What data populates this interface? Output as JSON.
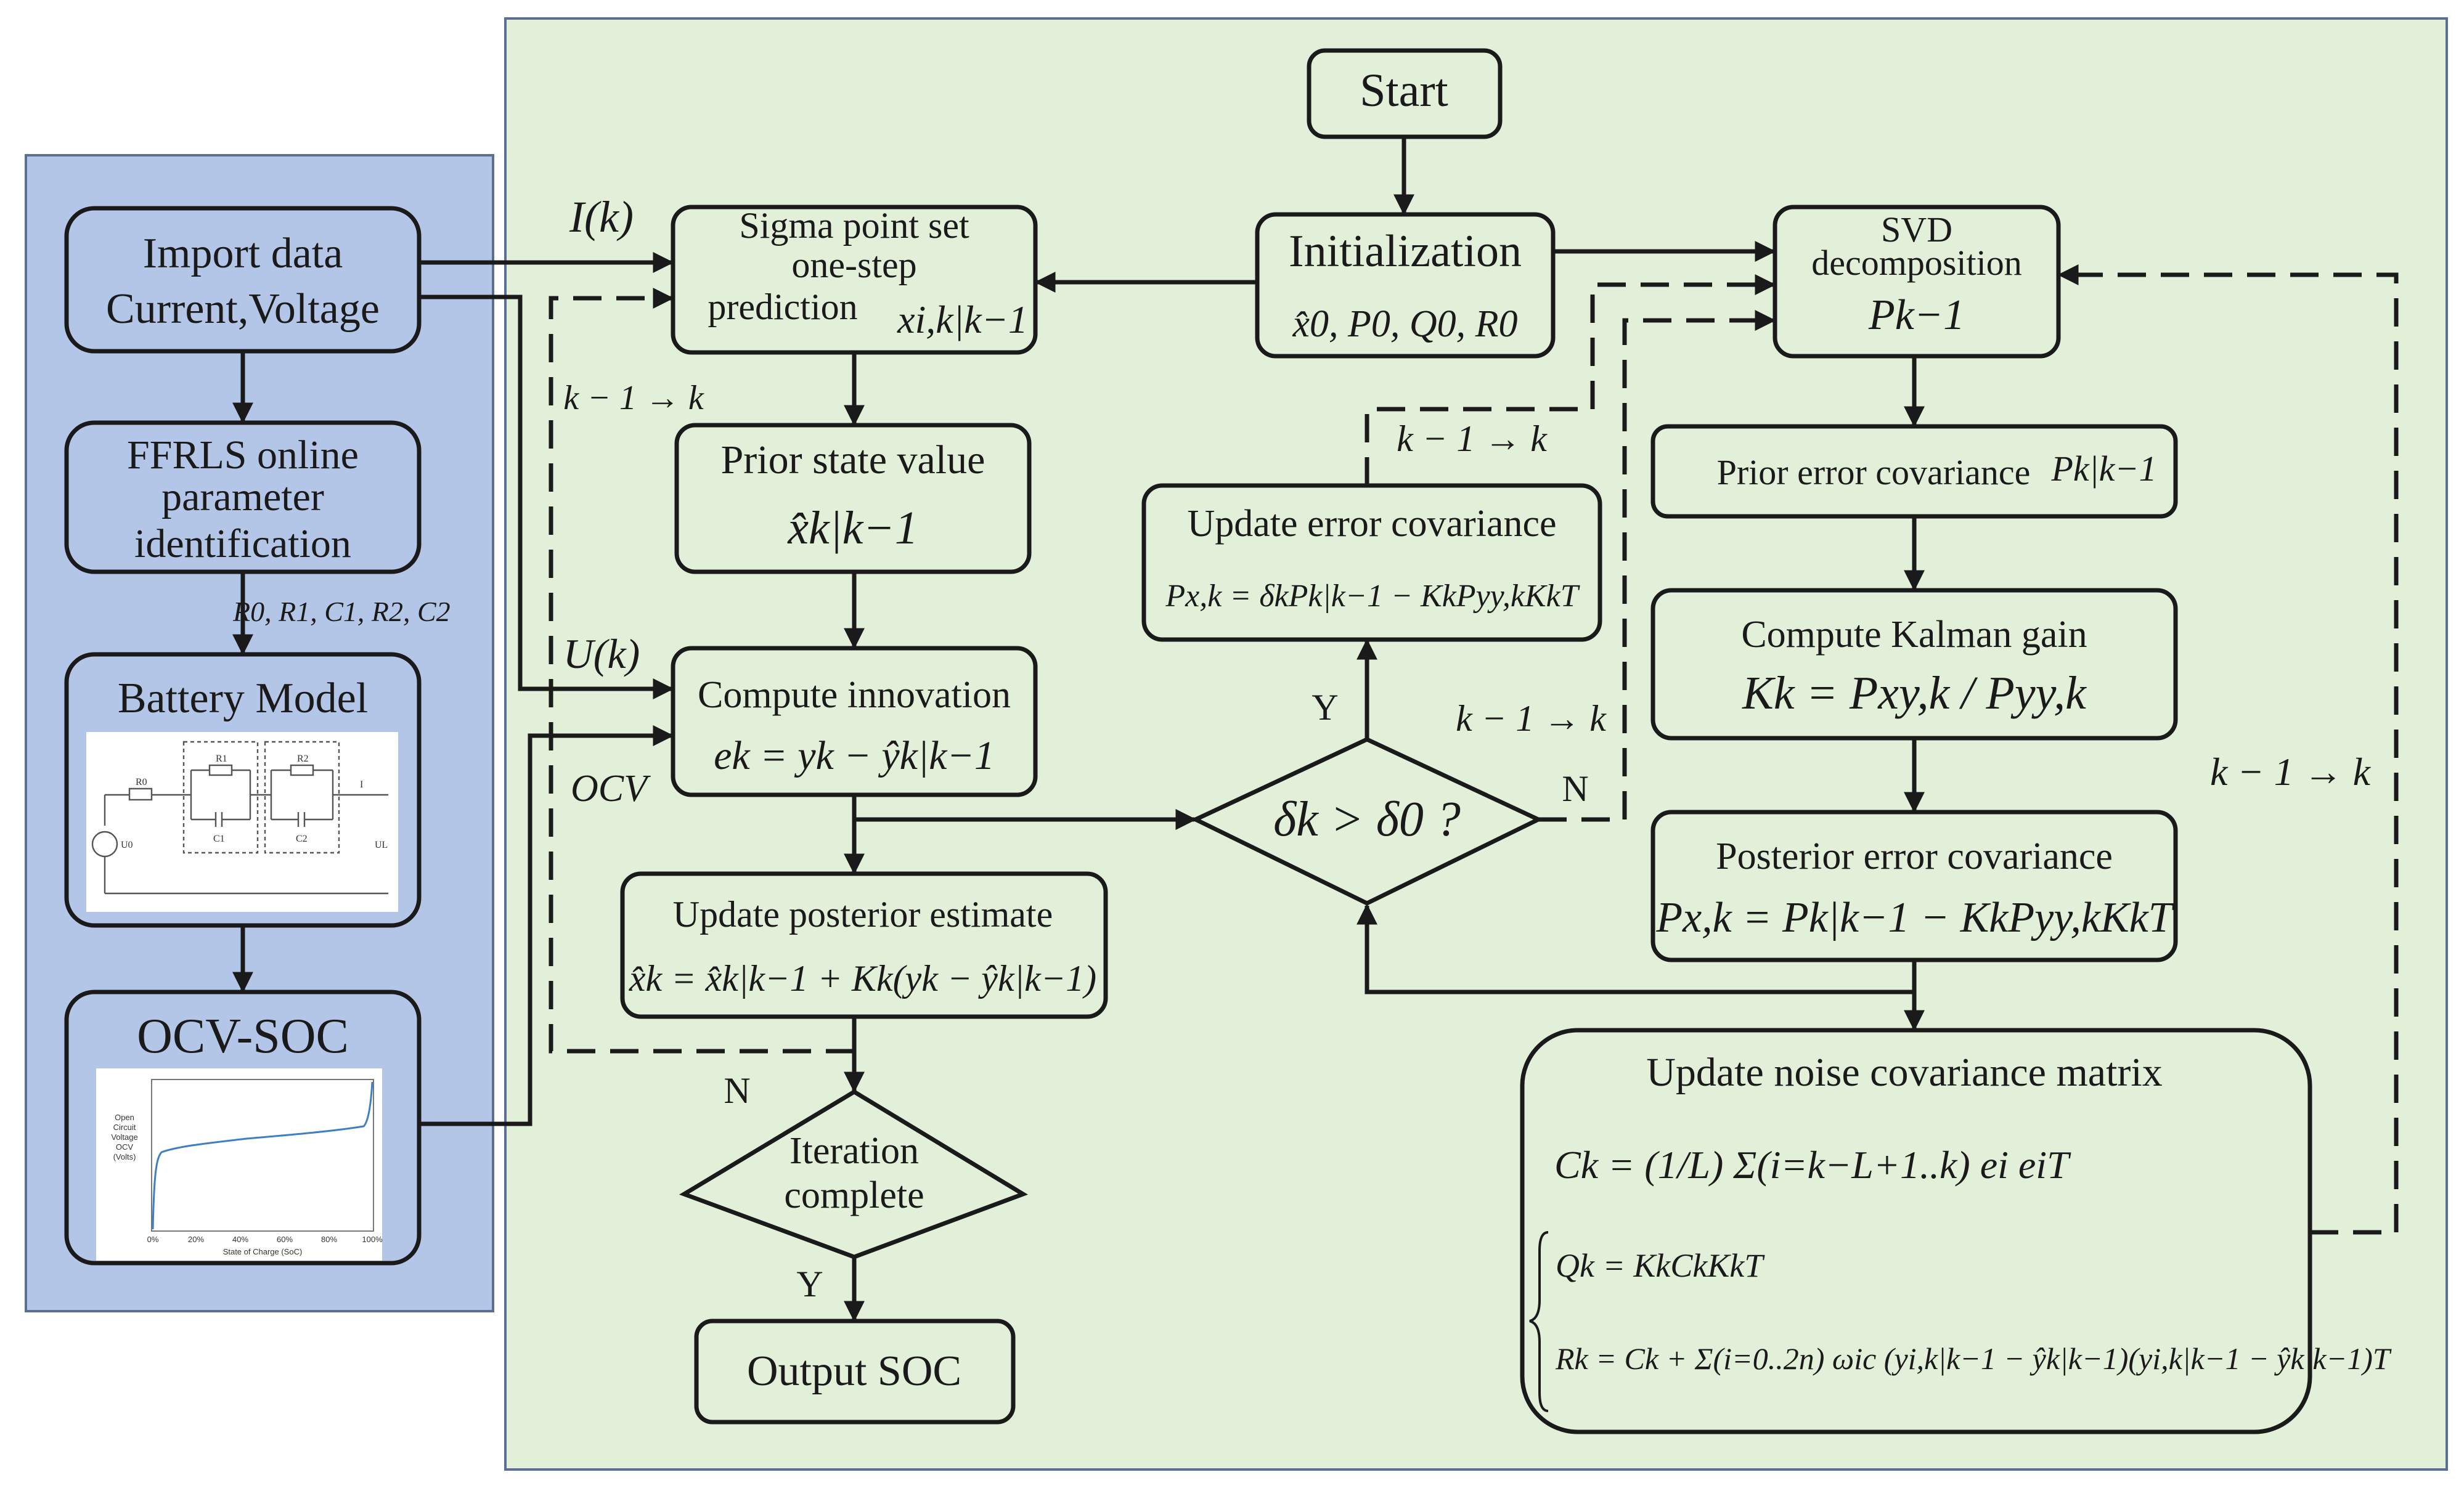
{
  "colors": {
    "left_panel": "#b4c6e7",
    "right_panel": "#e2efd9",
    "node_fill": "#e2efd9",
    "stroke": "#1a1a1a",
    "panel_border": "#5b6f95"
  },
  "left": {
    "import": {
      "line1": "Import data",
      "line2": "Current,Voltage"
    },
    "ffrls": {
      "line1": "FFRLS online",
      "line2": "parameter",
      "line3": "identification"
    },
    "params_label": "R0, R1, C1, R2, C2",
    "battery_model": {
      "title": "Battery Model",
      "circuit_labels": [
        "R0",
        "R1",
        "C1",
        "R2",
        "C2",
        "U0",
        "UL",
        "I"
      ]
    },
    "ocv_soc": {
      "title": "OCV-SOC",
      "plot_ylabel": [
        "Open",
        "Circuit",
        "Voltage",
        "OCV",
        "(Volts)"
      ],
      "plot_xlabel": "State of Charge (SoC)",
      "plot_xticks": [
        "0%",
        "20%",
        "40%",
        "60%",
        "80%",
        "100%"
      ]
    }
  },
  "signals": {
    "current": "I(k)",
    "voltage": "U(k)",
    "ocv": "OCV"
  },
  "nodes": {
    "start": "Start",
    "init": {
      "title": "Initialization",
      "formula": "x̂0, P0, Q0, R0"
    },
    "sigma": {
      "line1": "Sigma point set",
      "line2": "one-step",
      "line3": "prediction",
      "formula": "xi,k|k−1"
    },
    "prior_state": {
      "title": "Prior state value",
      "formula": "x̂k|k−1"
    },
    "innovation": {
      "title": "Compute innovation",
      "formula": "ek = yk − ŷk|k−1"
    },
    "posterior_est": {
      "title": "Update posterior estimate",
      "formula": "x̂k = x̂k|k−1 + Kk(yk − ŷk|k−1)"
    },
    "iteration": {
      "line1": "Iteration",
      "line2": "complete"
    },
    "output": "Output SOC",
    "decision": "δk > δ0 ?",
    "update_err": {
      "title": "Update error covariance",
      "formula": "Px,k = δkPk|k−1 − KkPyy,kKkT"
    },
    "svd": {
      "line1": "SVD",
      "line2": "decomposition",
      "formula": "Pk−1"
    },
    "prior_err": {
      "title": "Prior error covariance",
      "formula": "Pk|k−1"
    },
    "kalman": {
      "title": "Compute Kalman gain",
      "formula": "Kk = Pxy,k / Pyy,k"
    },
    "posterior_err": {
      "title": "Posterior error covariance",
      "formula": "Px,k = Pk|k−1 − KkPyy,kKkT"
    },
    "noise": {
      "title": "Update noise covariance matrix",
      "formula_c": "Ck = (1/L) Σ(i=k−L+1..k) ei eiT",
      "formula_q": "Qk = KkCkKkT",
      "formula_r": "Rk = Ck + Σ(i=0..2n) ωic (yi,k|k−1 − ŷk|k−1)(yi,k|k−1 − ŷk|k−1)T"
    }
  },
  "edge_labels": {
    "y_decision": "Y",
    "n_decision": "N",
    "n_iteration": "N",
    "y_iteration": "Y",
    "step_sigma": "k − 1 → k",
    "step_update": "k − 1 → k",
    "step_decision": "k − 1 → k",
    "step_noise": "k − 1 → k"
  }
}
